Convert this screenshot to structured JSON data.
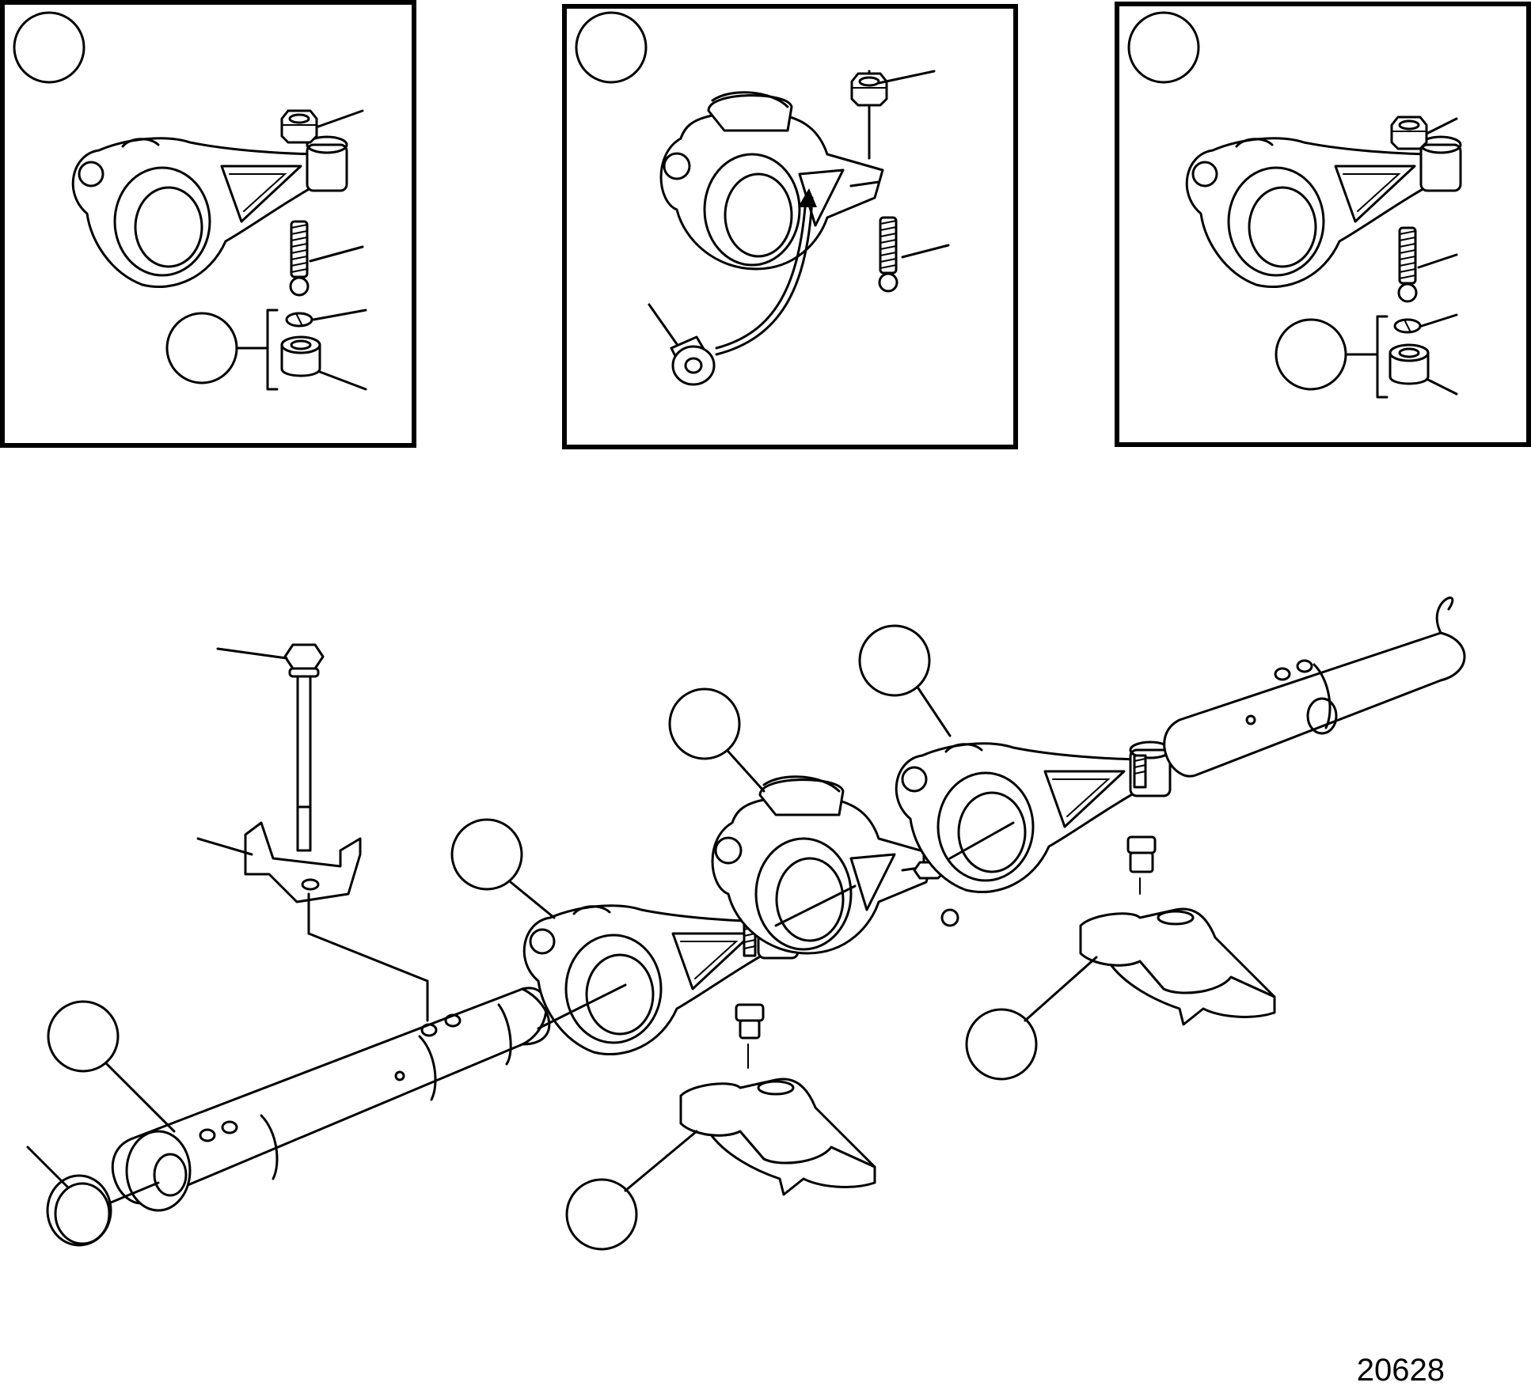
{
  "figure_number": "20628",
  "colors": {
    "line": "#000000",
    "background": "#ffffff"
  },
  "panels": [
    {
      "id": "detail-a",
      "variant": "rocker-arm-with-nut-adjuster-and-ball-seat"
    },
    {
      "id": "detail-b",
      "variant": "rocker-arm-with-roller-and-oil-plug"
    },
    {
      "id": "detail-c",
      "variant": "rocker-arm-with-nut-adjuster-and-ball-seat"
    }
  ],
  "main_assembly": {
    "parts": [
      "rocker-shaft",
      "end-plug",
      "retaining-bolt",
      "bolt-clip",
      "rocker-arm",
      "roller-rocker-arm",
      "rocker-bridge"
    ]
  }
}
